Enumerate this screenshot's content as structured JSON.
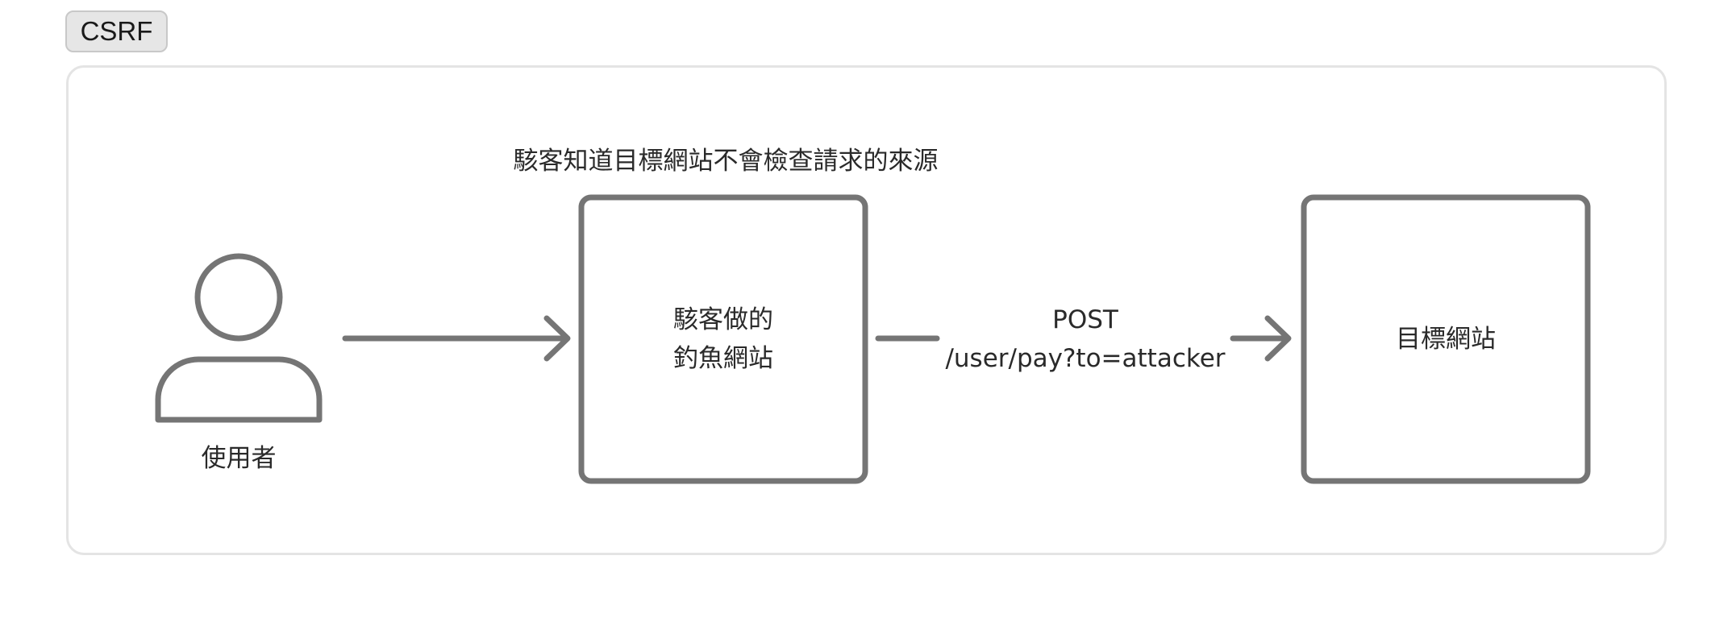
{
  "tag": {
    "label": "CSRF"
  },
  "diagram": {
    "note": "駭客知道目標網站不會檢查請求的來源",
    "user": {
      "label": "使用者"
    },
    "phishing_site": {
      "line1": "駭客做的",
      "line2": "釣魚網站"
    },
    "request": {
      "method": "POST",
      "path": "/user/pay?to=attacker"
    },
    "target_site": {
      "label": "目標網站"
    },
    "colors": {
      "stroke": "#757575",
      "frame_border": "#e4e4e4",
      "tag_bg": "#e6e6e6"
    }
  }
}
